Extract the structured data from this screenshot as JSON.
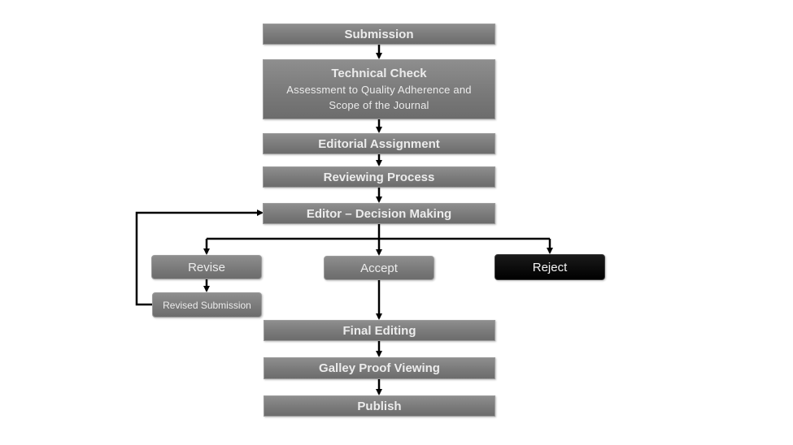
{
  "workflow": {
    "submission": "Submission",
    "technical_check": {
      "title": "Technical Check",
      "line1": "Assessment  to Quality Adherence  and",
      "line2": "Scope of the Journal"
    },
    "editorial_assignment": "Editorial Assignment",
    "reviewing_process": "Reviewing Process",
    "editor_decision": "Editor – Decision Making",
    "revise": "Revise",
    "accept": "Accept",
    "reject": "Reject",
    "revised_submission": "Revised Submission",
    "final_editing": "Final Editing",
    "galley_proof": "Galley Proof Viewing",
    "publish": "Publish"
  },
  "colors": {
    "box_fill": "#7f7f7f",
    "box_text": "#ececec",
    "reject_fill": "#000000",
    "connector": "#000000"
  }
}
